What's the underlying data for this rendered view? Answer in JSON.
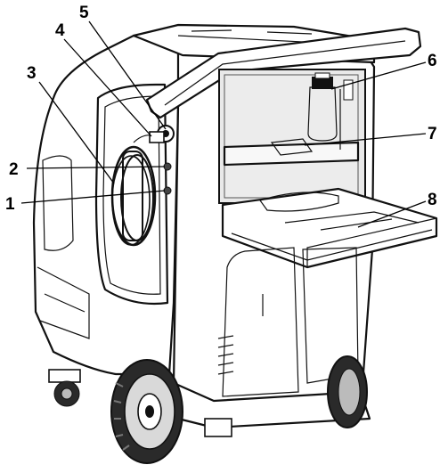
{
  "callouts": [
    {
      "id": "1",
      "label": "1"
    },
    {
      "id": "2",
      "label": "2"
    },
    {
      "id": "3",
      "label": "3"
    },
    {
      "id": "4",
      "label": "4"
    },
    {
      "id": "5",
      "label": "5"
    },
    {
      "id": "6",
      "label": "6"
    },
    {
      "id": "7",
      "label": "7"
    },
    {
      "id": "8",
      "label": "8"
    }
  ],
  "colors": {
    "outline": "#111111",
    "body_fill": "#ffffff",
    "interior_fill": "#e9e9e9",
    "tire": "#2a2a2a",
    "shadow": "#cfcfcf"
  }
}
